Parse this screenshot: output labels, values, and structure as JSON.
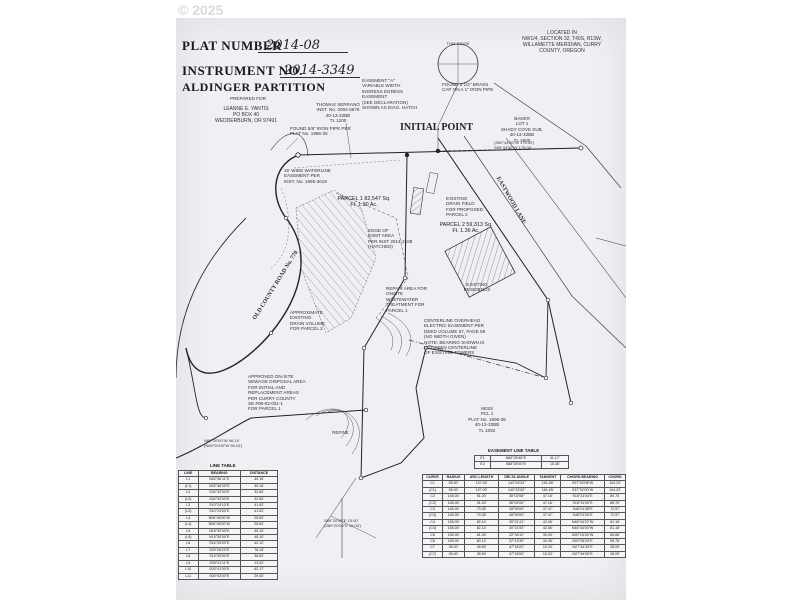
{
  "watermark": "© 2025",
  "header": {
    "plat_number_label": "PLAT NUMBER",
    "plat_number_value": "2014-08",
    "instrument_label": "INSTRUMENT NO.",
    "instrument_value": "2014-3349",
    "partition_title": "ALDINGER PARTITION",
    "prepared_for": "PREPARED FOR",
    "client_lines": "LEANNE E. YANTIS\nPO BOX 40\nWEDDERBURN, OR 97491"
  },
  "location_note": "LOCATED IN\nNW1/4, SECTION 32, T40S, R13W,\nWILLAMETTE MERIDIAN, CURRY\nCOUNTY, OREGON",
  "notes": {
    "this_ridge": "THIS RIDGE",
    "monument": "FOUND 5/8\" IRON PIPE PER\nPLAT No. 1996-35",
    "easement_a": "EASEMENT \"A\"\nVARIABLE WIDTH\nINGRESS EGRESS\nEASEMENT\n(SEE DECLARATION)\nSHOWN AS DIAG. HATCH",
    "found_brass": "FOUND 3 1/2\" BRASS\nCAP ON A 1\" IRON PIPE",
    "thomas": "THOMAS SERRANO\nINST. No. 2004-5678\n40-13-32BB\nTL 1200",
    "baker": "BAKER\nLOT 1\nSHADY COVE SUB.\n40-13-32BB\nTL 2000",
    "waterline": "15' WIDE WATERLINE\nEASEMENT PER\nINST. No. 1995-3019",
    "existing_drain": "EXISTING\nDRAIN FIELD\nFOR PROPOSED\nPARCEL 2",
    "edge_esmt": "EDGE OF\nESMT AREA\nPER INST 2014-2108\n(HATCHED)",
    "repair_area": "REPAIR AREA FOR\nONSITE\nWASTEWATER\nTREATMENT FOR\nPARCEL 1",
    "approx_drain": "APPROXIMATE\nEXISTING\nDRAIN VOLUME\nFOR PARCEL 2",
    "existing_residence": "EXISTING\nRESIDENCE",
    "centerline": "CENTERLINE OVERHEAD\nELECTRIC EASEMENT PER\nDEED VOLUME 57, PAGE 59\n(NO WIDTH GIVEN)\nNOTE: BEARING SHOWN IS\nBETWEEN CENTERLINE\nOF EXISTING TOWERS",
    "approved_septic": "APPROVED ON-SITE\nSEWAGE DISPOSAL AREA\nFOR INITIAL AND\nREPLACEMENT AREAS\nPER CURRY COUNTY\nSE #08-03-031-1\nFOR PARCEL 1",
    "hess": "HESS\nPCL 1\nPLAT No. 1996-35\n40-13-32BB\nTL 1092",
    "initial_point": "INITIAL\nPOINT",
    "basis_bearing": "S89°20'00\"E  15.00'\n(S89°20'00\"E 15.00')",
    "bearing_top": "(S89°44'50\"W 175.00')\nS89°44'50\"W 175.00'",
    "bearing_left": "N89°20'00\"W  96.10'\n(N89°20'00\"W 96.10')",
    "refine": "REFINE"
  },
  "parcels": {
    "parcel1": "PARCEL 1\n82,547 Sq. Ft.\n1.90 Ac.",
    "parcel2": "PARCEL 2\n59,313 Sq. Ft.\n1.36 Ac."
  },
  "roads": {
    "old_county": "OLD COUNTY ROAD No. 770",
    "eastwood": "EASTWOOD LANE"
  },
  "line_table": {
    "title": "LINE TABLE",
    "headers": [
      "LINE",
      "BEARING",
      "DISTANCE"
    ],
    "rows": [
      [
        "L1",
        "N02°46'11\"E",
        "30.16'"
      ],
      [
        "(L1)",
        "N02°46'00\"E",
        "30.16'"
      ],
      [
        "L2",
        "S34°32'03\"E",
        "32.60'"
      ],
      [
        "(L2)",
        "S34°32'00\"E",
        "32.60'"
      ],
      [
        "L3",
        "S10°24'10\"E",
        "41.62'"
      ],
      [
        "(L3)",
        "S10°24'00\"E",
        "41.62'"
      ],
      [
        "L4",
        "N06°46'00\"W",
        "25.60'"
      ],
      [
        "(L4)",
        "N06°46'00\"W",
        "25.60'"
      ],
      [
        "L5",
        "N15°30'00\"E",
        "45.10'"
      ],
      [
        "(L5)",
        "N15°30'00\"E",
        "45.10'"
      ],
      [
        "L6",
        "S16°25'00\"E",
        "42.12'"
      ],
      [
        "L7",
        "S29°28'20\"E",
        "76.15'"
      ],
      [
        "L8",
        "S15°05'00\"E",
        "38.52'"
      ],
      [
        "L9",
        "S05°41'11\"E",
        "13.52'"
      ],
      [
        "L10",
        "S03°41'00\"E",
        "62.17'"
      ],
      [
        "L11",
        "S00°03'00\"E",
        "29.00'"
      ]
    ]
  },
  "easement_table": {
    "title": "EASEMENT LINE TABLE",
    "rows": [
      [
        "E1",
        "N89°26'46\"E",
        "41.17'"
      ],
      [
        "E2",
        "S88°26'00\"E",
        "15.38'"
      ]
    ]
  },
  "curve_table": {
    "headers": [
      "CURVE",
      "RADIUS",
      "ARC LENGTH",
      "DELTA ANGLE",
      "TANGENT",
      "CHORD BEARING",
      "CHORD"
    ],
    "rows": [
      [
        "C1",
        "55.00'",
        "137.00'",
        "142°43'33\"",
        "161.65'",
        "S37°02'08\"W",
        "104.23'"
      ],
      [
        "(C1)",
        "55.00'",
        "137.00'",
        "142°43'00\"",
        "161.65'",
        "S37°02'00\"W",
        "104.23'"
      ],
      [
        "C2",
        "145.00'",
        "91.20'",
        "36°02'08\"",
        "47.16'",
        "S16°31'04\"E",
        "89.70'"
      ],
      [
        "(C2)",
        "145.00'",
        "91.20'",
        "36°02'00\"",
        "47.16'",
        "S16°31'00\"E",
        "89.70'"
      ],
      [
        "C3",
        "145.00'",
        "73.35'",
        "28°59'00\"",
        "37.47'",
        "S48°01'38\"E",
        "72.57'"
      ],
      [
        "(C3)",
        "145.00'",
        "73.35'",
        "28°59'00\"",
        "37.47'",
        "S48°01'00\"E",
        "72.57'"
      ],
      [
        "C4",
        "155.00'",
        "82.14'",
        "30°21'41\"",
        "42.06'",
        "N46°44'22\"W",
        "81.18'"
      ],
      [
        "(C4)",
        "155.00'",
        "82.14'",
        "30°21'00\"",
        "42.06'",
        "N46°44'00\"W",
        "81.18'"
      ],
      [
        "C5",
        "155.00'",
        "61.05'",
        "22°34'11\"",
        "30.93'",
        "N20°15'30\"W",
        "60.66'"
      ],
      [
        "C6",
        "155.00'",
        "60.13'",
        "22°13'39\"",
        "30.45'",
        "N02°08'25\"E",
        "59.76'"
      ],
      [
        "C7",
        "35.00'",
        "28.90'",
        "47°18'22\"",
        "15.33'",
        "N27°44'30\"E",
        "28.09'"
      ],
      [
        "(C7)",
        "35.00'",
        "28.90'",
        "47°18'00\"",
        "15.33'",
        "N27°44'00\"E",
        "28.09'"
      ]
    ]
  }
}
